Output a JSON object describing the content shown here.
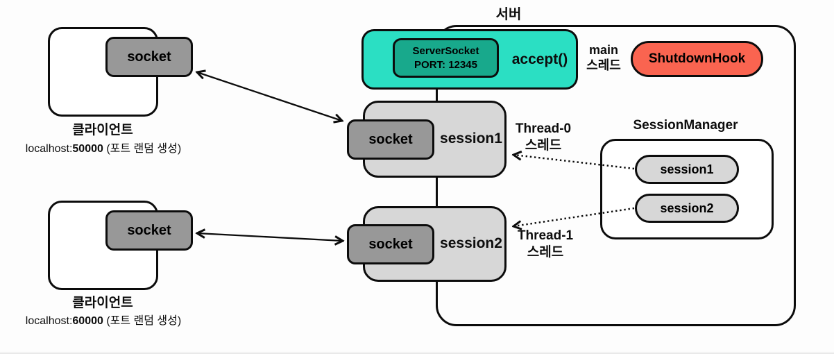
{
  "diagram": {
    "server": {
      "label": "서버",
      "server_socket": {
        "line1": "ServerSocket",
        "line2": "PORT: 12345"
      },
      "accept_label": "accept()",
      "main_thread": {
        "line1": "main",
        "line2": "스레드"
      },
      "shutdown_hook": "ShutdownHook"
    },
    "clients": [
      {
        "socket": "socket",
        "name": "클라이언트",
        "address_prefix": "localhost:",
        "port": "50000",
        "address_suffix": " (포트 랜덤 생성)"
      },
      {
        "socket": "socket",
        "name": "클라이언트",
        "address_prefix": "localhost:",
        "port": "60000",
        "address_suffix": " (포트 랜덤 생성)"
      }
    ],
    "sessions": [
      {
        "socket": "socket",
        "label": "session1",
        "thread": {
          "line1": "Thread-0",
          "line2": "스레드"
        }
      },
      {
        "socket": "socket",
        "label": "session2",
        "thread": {
          "line1": "Thread-1",
          "line2": "스레드"
        }
      }
    ],
    "session_manager": {
      "title": "SessionManager",
      "items": [
        "session1",
        "session2"
      ]
    },
    "colors": {
      "accept_block_teal": "#2bdfc3",
      "server_socket_teal_dark": "#18a98c",
      "shutdown_hook_red": "#fa6450",
      "session_light_gray": "#d7d7d7",
      "socket_mid_gray": "#989898",
      "outline_black": "#0c0c0c"
    }
  }
}
